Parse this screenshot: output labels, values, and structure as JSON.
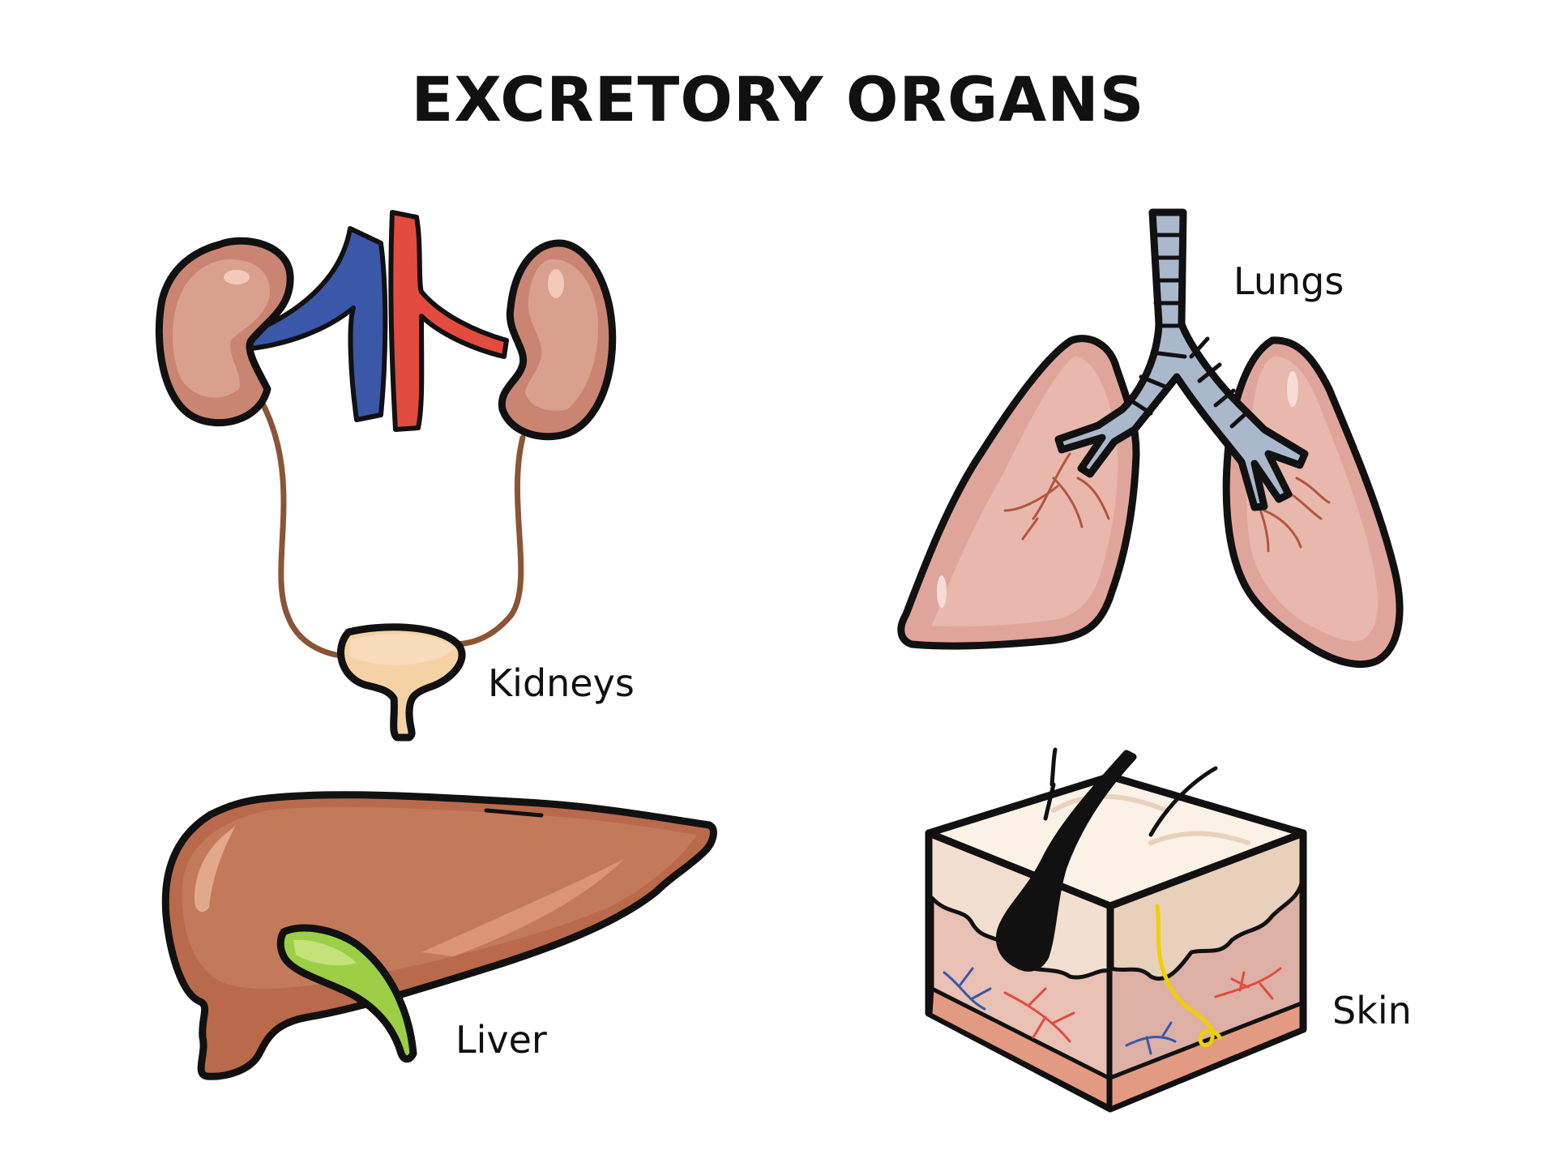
{
  "title": "EXCRETORY ORGANS",
  "organs": [
    {
      "name": "kidneys",
      "label": "Kidneys",
      "color": "#c98571"
    },
    {
      "name": "lungs",
      "label": "Lungs",
      "color": "#e0a59a"
    },
    {
      "name": "liver",
      "label": "Liver",
      "color": "#b86a4b"
    },
    {
      "name": "skin",
      "label": "Skin",
      "color": "#f3dfcf"
    }
  ],
  "colors": {
    "vein": "#3a57a8",
    "artery": "#e34b3f",
    "ureter": "#8a5535",
    "bladder": "#f5d2a4",
    "gallbladder": "#9ccf45",
    "bronchi": "#aab8cc",
    "outline": "#111111"
  }
}
